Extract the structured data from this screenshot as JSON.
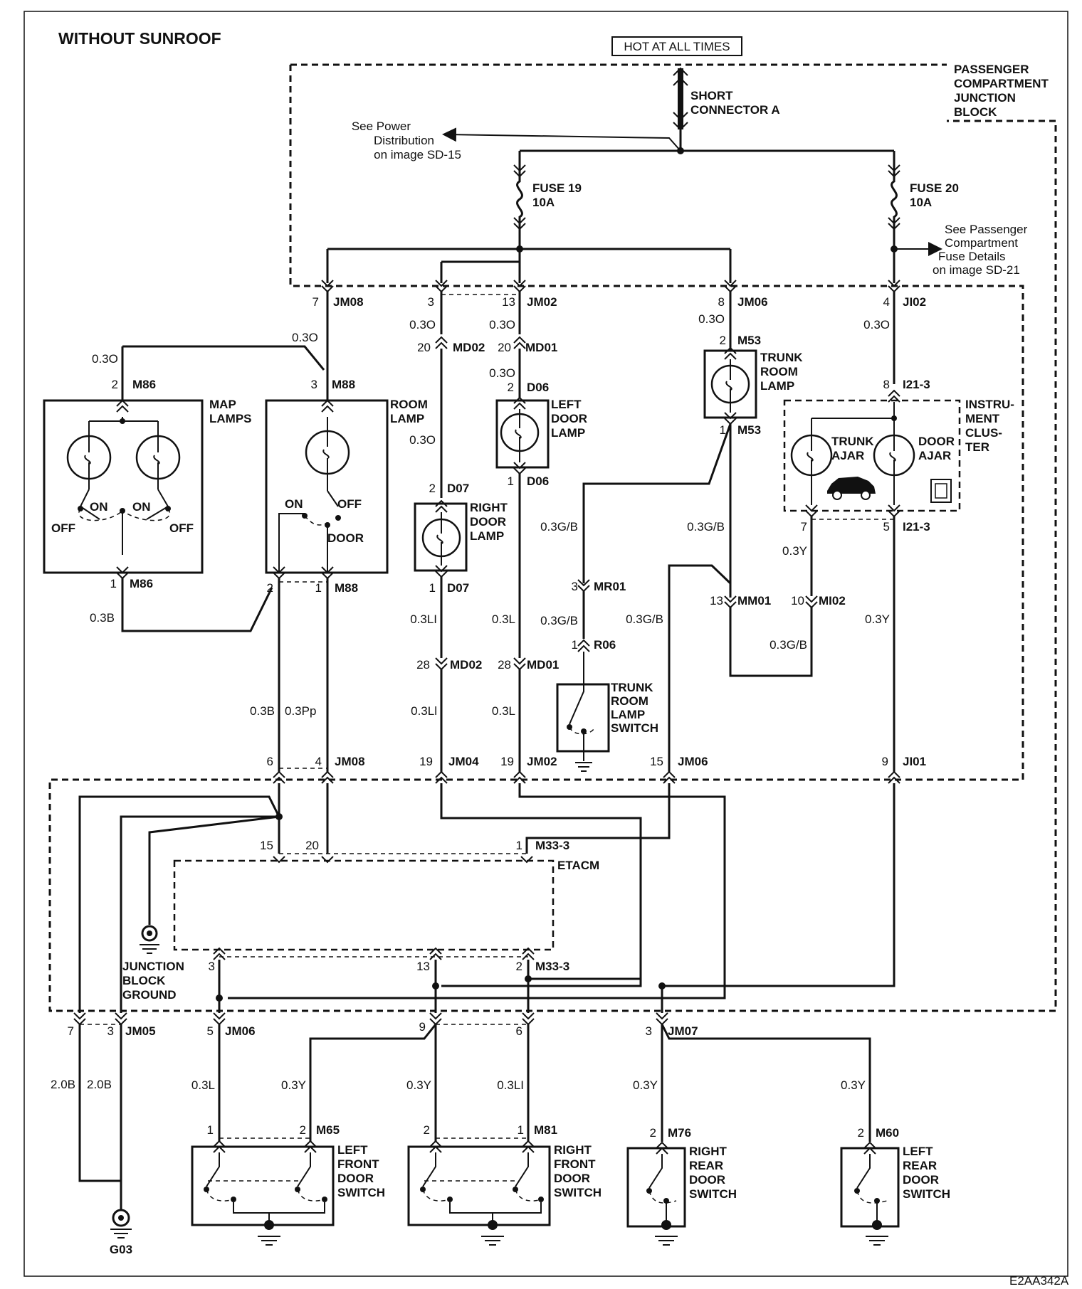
{
  "title": "WITHOUT SUNROOF",
  "diagram_id": "E2AA342A",
  "power": {
    "hot": "HOT AT ALL TIMES",
    "short_connector": [
      "SHORT",
      "CONNECTOR A"
    ],
    "junction_block": [
      "PASSENGER",
      "COMPARTMENT",
      "JUNCTION",
      "BLOCK"
    ],
    "power_ref": [
      "See Power",
      "Distribution",
      "on image SD-15"
    ],
    "fuse_ref": [
      "See Passenger",
      "Compartment",
      "Fuse Details",
      "on image SD-21"
    ],
    "fuse19": [
      "FUSE 19",
      "10A"
    ],
    "fuse20": [
      "FUSE 20",
      "10A"
    ]
  },
  "components": {
    "map_lamps": [
      "MAP",
      "LAMPS"
    ],
    "room_lamp": [
      "ROOM",
      "LAMP"
    ],
    "right_door_lamp": [
      "RIGHT",
      "DOOR",
      "LAMP"
    ],
    "left_door_lamp": [
      "LEFT",
      "DOOR",
      "LAMP"
    ],
    "trunk_room_lamp": [
      "TRUNK",
      "ROOM",
      "LAMP"
    ],
    "trunk_room_lamp_switch": [
      "TRUNK",
      "ROOM",
      "LAMP",
      "SWITCH"
    ],
    "instrument_cluster": [
      "INSTRU-",
      "MENT",
      "CLUS-",
      "TER"
    ],
    "trunk_ajar": [
      "TRUNK",
      "AJAR"
    ],
    "door_ajar": [
      "DOOR",
      "AJAR"
    ],
    "etacm": "ETACM",
    "junction_block_ground": [
      "JUNCTION",
      "BLOCK",
      "GROUND"
    ],
    "g03": "G03",
    "left_front_door_switch": [
      "LEFT",
      "FRONT",
      "DOOR",
      "SWITCH"
    ],
    "right_front_door_switch": [
      "RIGHT",
      "FRONT",
      "DOOR",
      "SWITCH"
    ],
    "right_rear_door_switch": [
      "RIGHT",
      "REAR",
      "DOOR",
      "SWITCH"
    ],
    "left_rear_door_switch": [
      "LEFT",
      "REAR",
      "DOOR",
      "SWITCH"
    ]
  },
  "switch_labels": {
    "on": "ON",
    "off": "OFF",
    "door": "DOOR"
  },
  "wires": {
    "o": "0.3O",
    "b": "0.3B",
    "pp": "0.3Pp",
    "li": "0.3LI",
    "li2": "0.3Ll",
    "l": "0.3L",
    "gb": "0.3G/B",
    "y": "0.3Y",
    "b20": "2.0B"
  },
  "pins": {
    "p1": "1",
    "p2": "2",
    "p3": "3",
    "p4": "4",
    "p5": "5",
    "p6": "6",
    "p7": "7",
    "p8": "8",
    "p9": "9",
    "p10": "10",
    "p13": "13",
    "p15": "15",
    "p19": "19",
    "p20": "20",
    "p28": "28"
  },
  "connectors": {
    "JM08": "JM08",
    "JM02": "JM02",
    "JM06": "JM06",
    "JI02": "JI02",
    "MD02": "MD02",
    "MD01": "MD01",
    "M53": "M53",
    "M86": "M86",
    "M88": "M88",
    "D06": "D06",
    "D07": "D07",
    "I21_3": "I21-3",
    "MR01": "MR01",
    "R06": "R06",
    "MM01": "MM01",
    "MI02": "MI02",
    "JM04": "JM04",
    "JI01": "JI01",
    "M33_3": "M33-3",
    "JM05": "JM05",
    "JM07": "JM07",
    "M65": "M65",
    "M81": "M81",
    "M76": "M76",
    "M60": "M60"
  },
  "colors": {
    "line": "#111111",
    "background": "#ffffff"
  }
}
